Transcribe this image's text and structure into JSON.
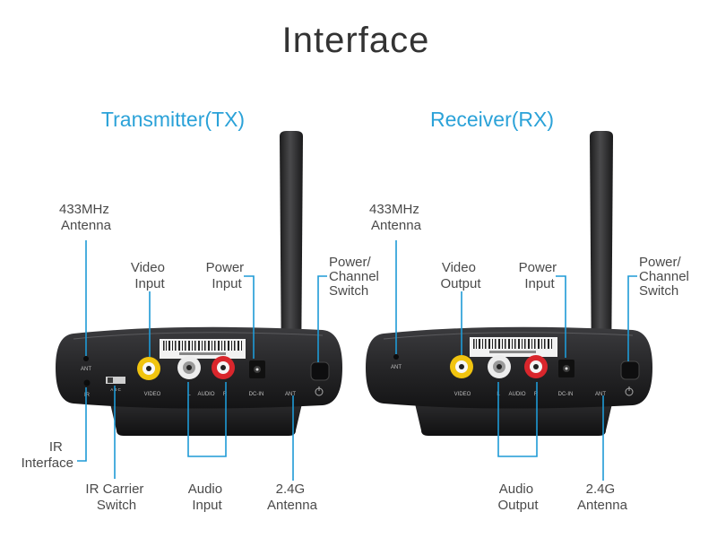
{
  "title": "Interface",
  "colors": {
    "accent": "#2ba2d8",
    "leader": "#1e9ad6",
    "text": "#4a4a4a",
    "device": "#2a2a2c"
  },
  "transmitter": {
    "heading": "Transmitter(TX)",
    "callouts": {
      "antenna_433": [
        "433MHz",
        "Antenna"
      ],
      "video": [
        "Video",
        "Input"
      ],
      "power": [
        "Power",
        "Input"
      ],
      "switch": [
        "Power/",
        "Channel",
        "Switch"
      ],
      "ir": [
        "IR",
        "Interface"
      ],
      "ir_carrier": [
        "IR Carrier",
        "Switch"
      ],
      "audio": [
        "Audio",
        "Input"
      ],
      "antenna_24": [
        "2.4G",
        "Antenna"
      ]
    },
    "panel": {
      "ant": "ANT",
      "ir": "IR",
      "abc": "A  B  C",
      "video": "VIDEO",
      "audio": "AUDIO",
      "l": "L",
      "r": "R",
      "dcin": "DC-IN",
      "ant2": "ANT"
    }
  },
  "receiver": {
    "heading": "Receiver(RX)",
    "callouts": {
      "antenna_433": [
        "433MHz",
        "Antenna"
      ],
      "video": [
        "Video",
        "Output"
      ],
      "power": [
        "Power",
        "Input"
      ],
      "switch": [
        "Power/",
        "Channel",
        "Switch"
      ],
      "audio": [
        "Audio",
        "Output"
      ],
      "antenna_24": [
        "2.4G",
        "Antenna"
      ]
    },
    "panel": {
      "ant": "ANT",
      "video": "VIDEO",
      "audio": "AUDIO",
      "l": "L",
      "r": "R",
      "dcin": "DC-IN",
      "ant2": "ANT"
    }
  }
}
